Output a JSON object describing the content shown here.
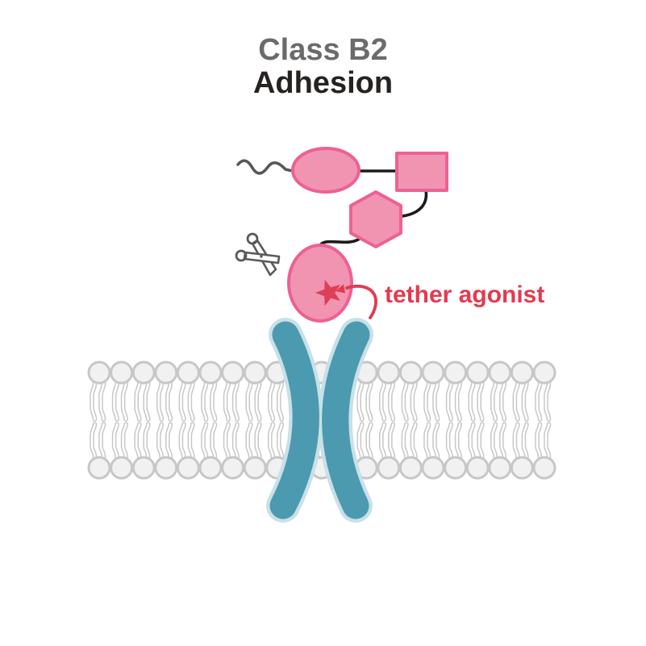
{
  "title": {
    "line1": "Class B2",
    "line2": "Adhesion"
  },
  "labels": {
    "tether_agonist": "tether agonist"
  },
  "icons": {
    "cleavage_site": "scissors-icon",
    "tether_agonist_marker": "star-icon"
  },
  "membrane": {
    "lipid_count_per_row": 21,
    "rows": 2
  },
  "colors": {
    "background": "#ffffff",
    "title_line1": "#6b6b6b",
    "title_line2": "#262220",
    "domain_fill": "#f194b1",
    "domain_stroke": "#ee6094",
    "tether_red": "#e23a50",
    "star_red": "#dd4056",
    "helix_teal": "#4b9aaf",
    "helix_halo": "#c8e0e8",
    "membrane_stroke": "#c7c7c7",
    "membrane_head_fill": "#f1f1f1",
    "connector_black": "#1e1a18",
    "n_terminus_gray": "#575757",
    "scissors_gray": "#5a5a5a"
  }
}
